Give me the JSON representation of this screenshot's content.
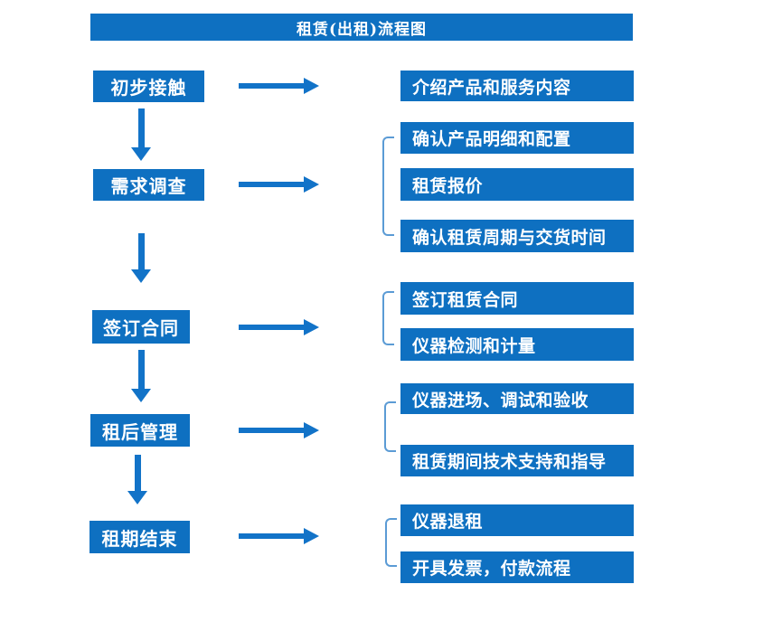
{
  "title": "租赁(出租)流程图",
  "colors": {
    "box_fill": "#0E70C1",
    "arrow": "#1273C8",
    "bracket": "#5B9BD5",
    "text": "#FFFFFF",
    "background": "#FFFFFF"
  },
  "steps": [
    {
      "label": "初步接触",
      "details": [
        "介绍产品和服务内容"
      ]
    },
    {
      "label": "需求调查",
      "details": [
        "确认产品明细和配置",
        "租赁报价",
        "确认租赁周期与交货时间"
      ]
    },
    {
      "label": "签订合同",
      "details": [
        "签订租赁合同",
        "仪器检测和计量"
      ]
    },
    {
      "label": "租后管理",
      "details": [
        "仪器进场、调试和验收",
        "租赁期间技术支持和指导"
      ]
    },
    {
      "label": "租期结束",
      "details": [
        "仪器退租",
        "开具发票，付款流程"
      ]
    }
  ]
}
